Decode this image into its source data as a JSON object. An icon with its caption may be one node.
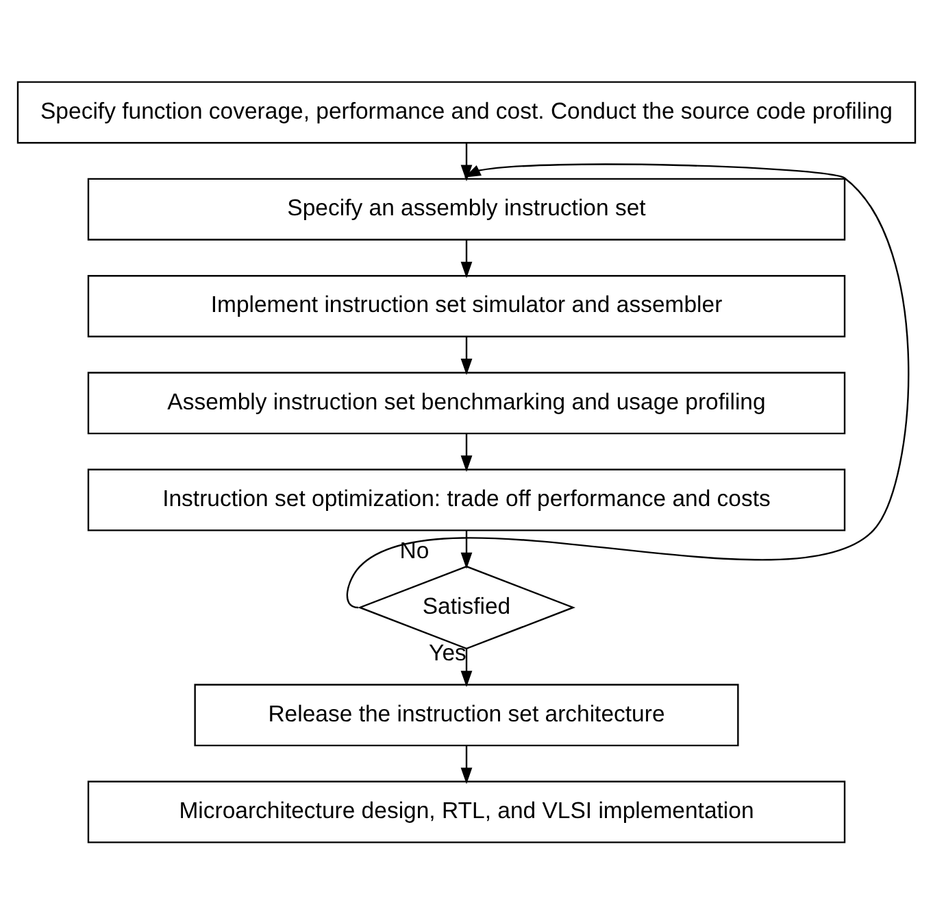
{
  "diagram": {
    "nodes": [
      {
        "text": [
          "Specify function coverage, performance and cost. Conduct the source code profiling"
        ]
      },
      {
        "text": [
          "Specify an assembly instruction set"
        ]
      },
      {
        "text": [
          "Implement instruction set simulator and assembler"
        ]
      },
      {
        "text": [
          "Assembly instruction set benchmarking and usage profiling"
        ]
      },
      {
        "text": [
          "Instruction set optimization: trade off performance and costs"
        ]
      },
      {
        "text": [
          "Satisfied"
        ]
      },
      {
        "text": [
          "Release the instruction set architecture"
        ]
      },
      {
        "text": [
          "Microarchitecture design, RTL, and VLSI implementation"
        ]
      }
    ],
    "edges": [
      {
        "from": 0,
        "to": 1,
        "arrow": "to"
      },
      {
        "from": 1,
        "to": 2,
        "arrow": "to"
      },
      {
        "from": 2,
        "to": 3,
        "arrow": "to"
      },
      {
        "from": 3,
        "to": 4,
        "arrow": "to"
      },
      {
        "from": 4,
        "to": 5,
        "arrow": "to"
      },
      {
        "from": 5,
        "to": 1,
        "arrow": "to",
        "label": "No"
      },
      {
        "from": 5,
        "to": 6,
        "arrow": "to",
        "label": "Yes"
      },
      {
        "from": 6,
        "to": 7,
        "arrow": "to"
      }
    ]
  }
}
